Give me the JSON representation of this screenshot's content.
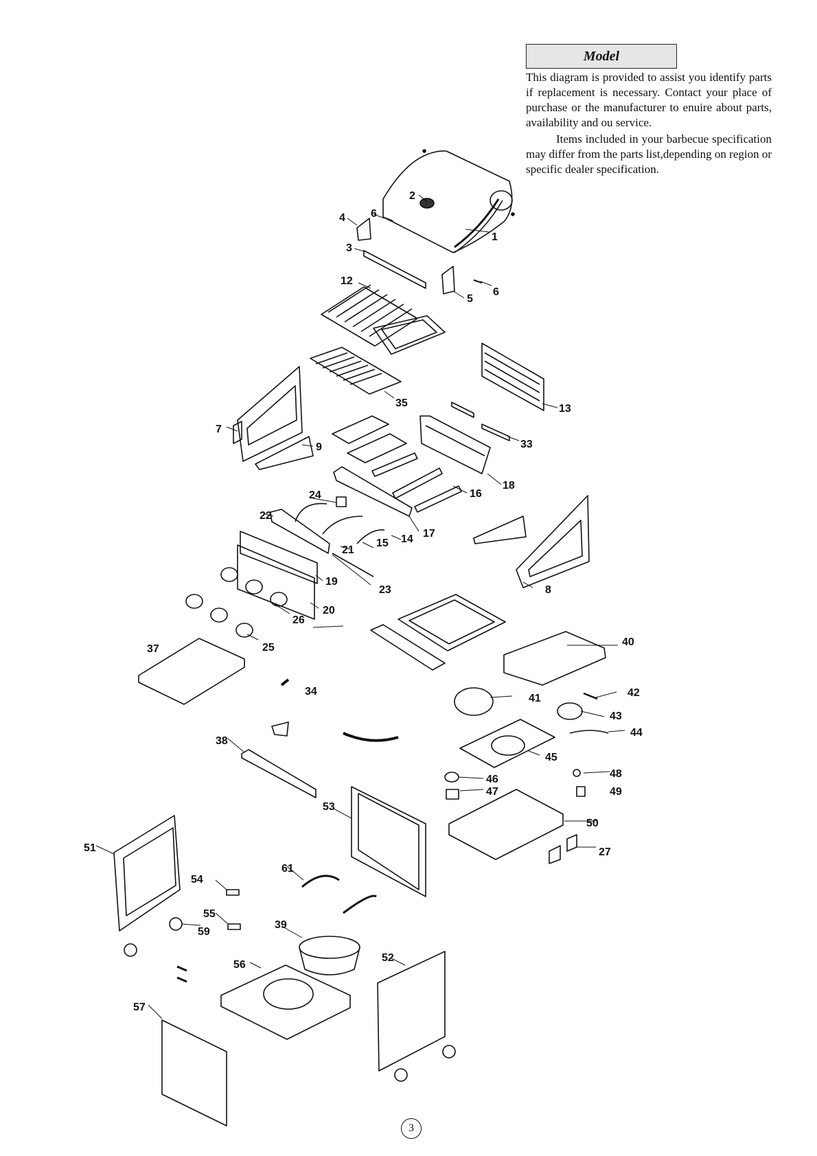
{
  "header": {
    "model_label": "Model",
    "paragraph_1": "This diagram is provided to assist you identify parts if replacement is necessary. Contact your place of purchase or the manufacturer to enuire about parts, availability and ou service.",
    "paragraph_2": "Items included in your barbecue specification may differ from the parts list,depending on region or specific dealer specification."
  },
  "callouts": [
    "1",
    "2",
    "3",
    "4",
    "5",
    "6",
    "6",
    "7",
    "8",
    "9",
    "12",
    "13",
    "14",
    "15",
    "16",
    "17",
    "18",
    "19",
    "20",
    "21",
    "22",
    "23",
    "24",
    "25",
    "26",
    "27",
    "33",
    "34",
    "35",
    "37",
    "38",
    "39",
    "40",
    "41",
    "42",
    "43",
    "44",
    "45",
    "46",
    "47",
    "48",
    "49",
    "50",
    "51",
    "52",
    "53",
    "54",
    "55",
    "56",
    "57",
    "59",
    "61"
  ],
  "page_number": "3"
}
